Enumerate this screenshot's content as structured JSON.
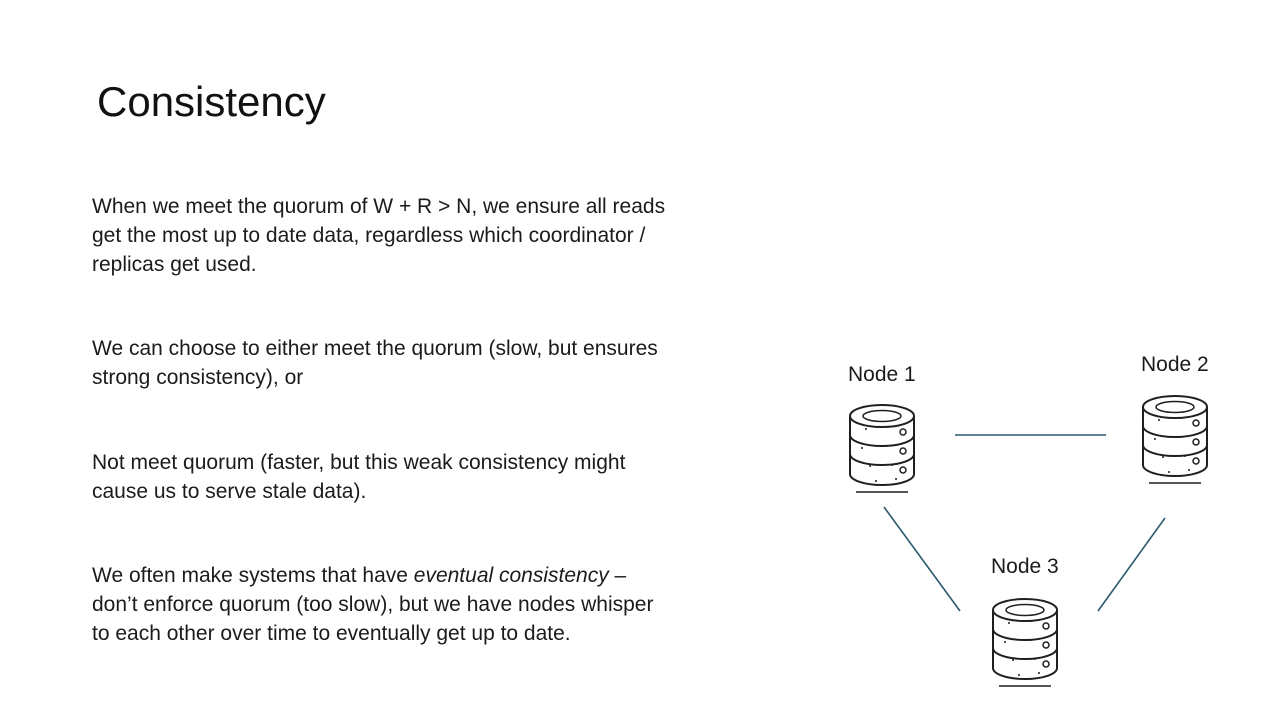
{
  "slide": {
    "title": "Consistency",
    "paragraphs": {
      "p1": "When we meet the quorum of W + R > N, we ensure all reads\nget the most up to date data, regardless which coordinator /\nreplicas get used.",
      "p2": "We can choose to either meet the quorum (slow, but ensures\nstrong consistency), or",
      "p3": "Not meet quorum (faster, but this weak consistency might\ncause us to serve stale data).",
      "p4_before_italic": "We often make systems that have ",
      "p4_italic": "eventual consistency",
      "p4_after_italic": " –\ndon’t enforce quorum (too slow), but we have nodes whisper\nto each other over time to eventually get up to date."
    }
  },
  "diagram": {
    "nodes": [
      {
        "label": "Node 1"
      },
      {
        "label": "Node 2"
      },
      {
        "label": "Node 3"
      }
    ],
    "icon_name": "database-icon",
    "line_color": "#2b5a70",
    "icon_color": "#1f1f1f"
  }
}
